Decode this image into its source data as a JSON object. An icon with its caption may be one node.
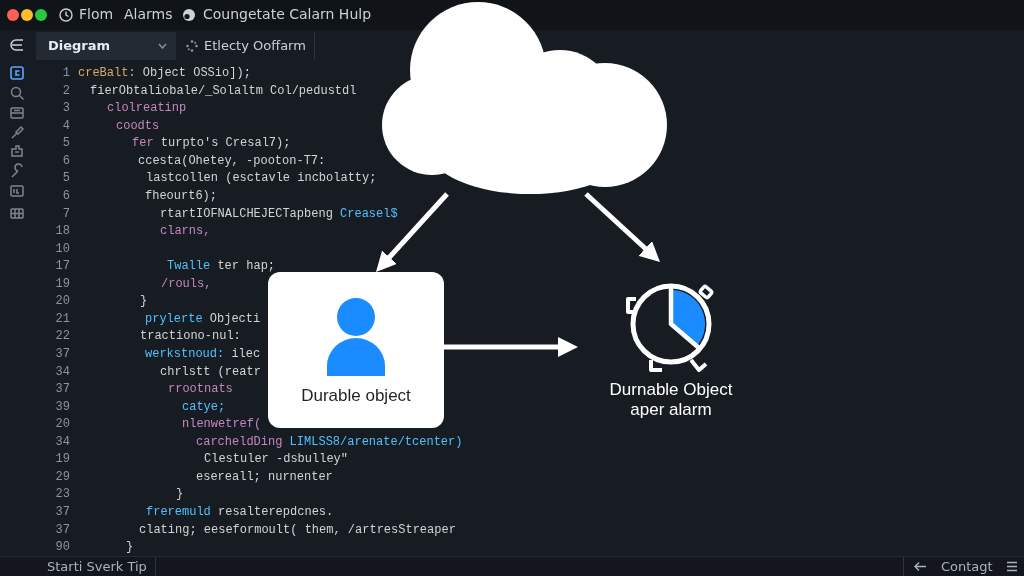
{
  "diagram": {
    "nodes": [
      {
        "text": [],
        "shape": "cloud"
      },
      {
        "text": [
          "Durable object"
        ]
      },
      {
        "text": [
          "Durnable Object aper alarm"
        ]
      }
    ],
    "edges": [
      {
        "from": 0,
        "to": 1,
        "arrow": "to"
      },
      {
        "from": 0,
        "to": 2,
        "arrow": "to"
      },
      {
        "from": 1,
        "to": 2,
        "arrow": "to"
      }
    ],
    "labels": [
      "Flom",
      "Alarms",
      "Coungetate Calarn Hulp",
      "Diegram",
      "Etlecty Ooffarm",
      "1",
      "creBalt: Object OSSio]);",
      "2",
      "fierObtaliobale/_Solaltm Col/pedustdl",
      "3",
      "clolreatinp",
      "4",
      "coodts",
      "5",
      "fer turpto's Cresal7);",
      "6",
      "ccesta(Ohetey, -pooton-T7:",
      "5",
      "lastcollen (esctavle incbolatty;",
      "6",
      "fheourt6);",
      "7",
      "rtartIOFNALCHEJECTapbeng Creasel$",
      "18",
      "clarns,",
      "10",
      "17",
      "Twalle ter hap;",
      "19",
      "/rouls,",
      "20",
      "}",
      "21",
      "prylerte Objecti",
      "22",
      "tractiono-nul:",
      "37",
      "werkstnoud: ilec",
      "34",
      "chrlstt (reatr",
      "37",
      "rrootnats",
      "39",
      "catye;",
      "20",
      "nlenwetref(",
      "34",
      "carcheldDing LIMLSS8/arenate/tcenter)",
      "19",
      "Clestuler -dsbulley\"",
      "29",
      "esereall; nurnenter",
      "23",
      "}",
      "37",
      "freremuld resalterepdcnes.",
      "37",
      "clating; eeseformoult( them, /artresStreaper",
      "90",
      "}",
      "Starti Sverk Tip",
      "Contagt"
    ]
  }
}
